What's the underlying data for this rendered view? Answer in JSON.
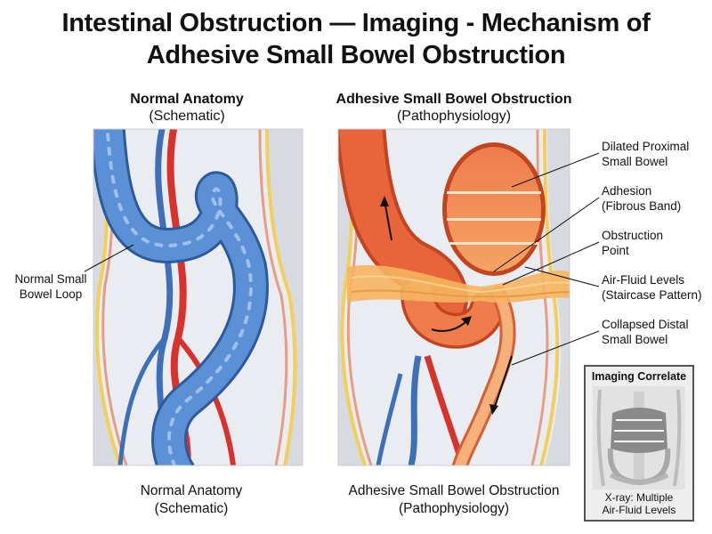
{
  "title_line1": "Intestinal Obstruction — Imaging - Mechanism of",
  "title_line2": "Adhesive Small Bowel Obstruction",
  "left_panel": {
    "header_bold": "Normal Anatomy",
    "header_sub": "(Schematic)",
    "label": [
      "Normal Small",
      "Bowel Loop"
    ],
    "caption_line1": "Normal Anatomy",
    "caption_line2": "(Schematic)"
  },
  "right_panel": {
    "header_bold": "Adhesive Small Bowel Obstruction",
    "header_sub": "(Pathophysiology)",
    "caption_line1": "Adhesive Small Bowel Obstruction",
    "caption_line2": "(Pathophysiology)"
  },
  "labels": {
    "dilated": [
      "Dilated Proximal",
      "Small Bowel"
    ],
    "adhesion": [
      "Adhesion",
      "(Fibrous Band)"
    ],
    "obstruction": [
      "Obstruction",
      "Point"
    ],
    "airfluid": [
      "Air-Fluid Levels",
      "(Staircase Pattern)"
    ],
    "collapsed": [
      "Collapsed Distal",
      "Small Bowel"
    ]
  },
  "inset": {
    "title": "Imaging Correlate",
    "caption_line1": "X-ray: Multiple",
    "caption_line2": "Air-Fluid Levels"
  },
  "colors": {
    "bowel_normal": "#5b8fd6",
    "bowel_dilated": "#e8643a",
    "adhesion": "#f6b560",
    "artery": "#d8322c",
    "vein": "#3f6fb8",
    "fat": "#f2cf5b"
  }
}
